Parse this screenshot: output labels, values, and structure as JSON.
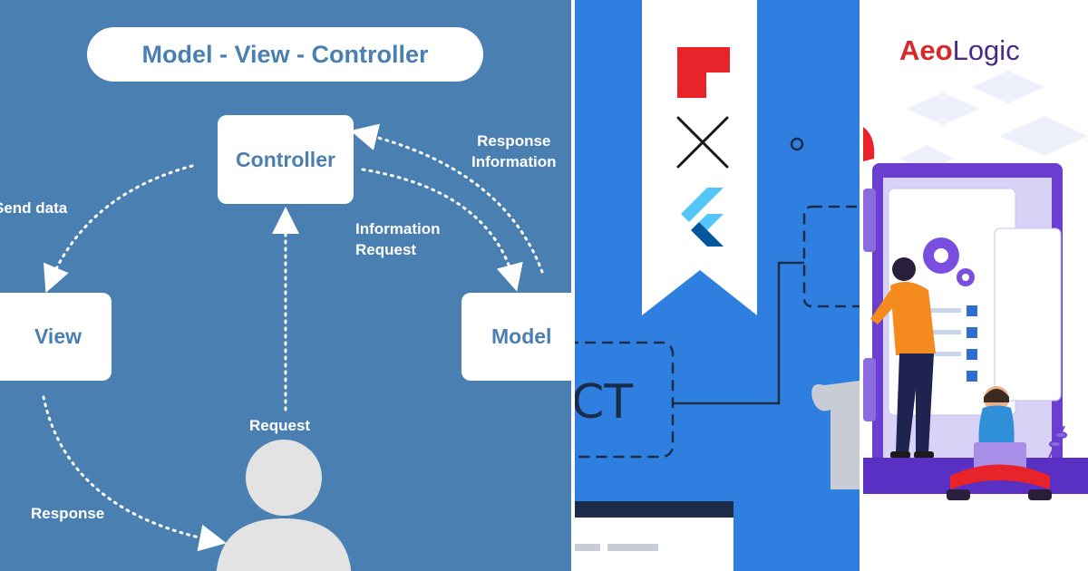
{
  "mvc": {
    "title": "Model - View - Controller",
    "nodes": {
      "controller": "Controller",
      "view": "View",
      "model": "Model"
    },
    "labels": {
      "send_data": "Send data",
      "response_information": "Response\nInformation",
      "information_request": "Information\nRequest",
      "request": "Request",
      "response": "Response"
    }
  },
  "flutter": {
    "partial_text": "CT"
  },
  "aeologic": {
    "logo_red": "Aeo",
    "logo_purple": "Logic"
  },
  "colors": {
    "mvc_bg": "#4a7fb2",
    "flutter_bg": "#2f7fe0",
    "brand_red": "#d9282a",
    "brand_purple": "#4a2a86"
  }
}
